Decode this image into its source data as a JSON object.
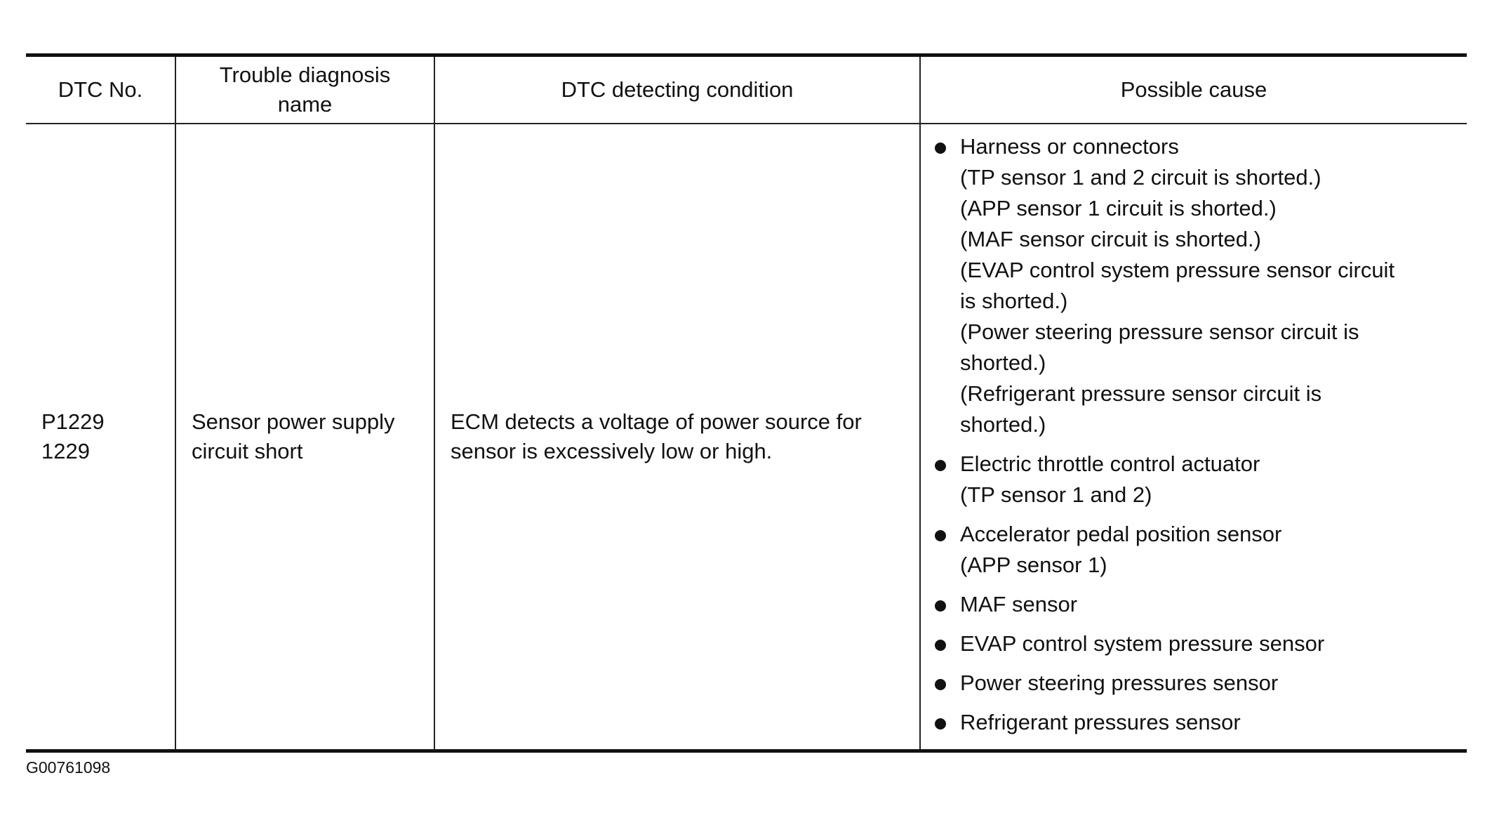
{
  "table": {
    "headers": [
      [
        "DTC No."
      ],
      [
        "Trouble diagnosis",
        "name"
      ],
      [
        "DTC detecting condition"
      ],
      [
        "Possible cause"
      ]
    ],
    "row": {
      "dtc_no": [
        "P1229",
        "1229"
      ],
      "name": [
        "Sensor power supply",
        "circuit short"
      ],
      "condition": [
        "ECM detects a voltage of power source for",
        "sensor is excessively low or high."
      ],
      "causes": [
        {
          "main": "Harness or connectors",
          "sub": [
            "(TP sensor 1 and 2 circuit is shorted.)",
            "(APP sensor 1 circuit is shorted.)",
            "(MAF sensor circuit is shorted.)",
            "(EVAP control system pressure sensor circuit",
            "is shorted.)",
            "(Power steering pressure sensor circuit is",
            "shorted.)",
            "(Refrigerant pressure sensor circuit is",
            "shorted.)"
          ]
        },
        {
          "main": "Electric throttle control actuator",
          "sub": [
            "(TP sensor 1 and 2)"
          ]
        },
        {
          "main": "Accelerator pedal position sensor",
          "sub": [
            "(APP sensor 1)"
          ]
        },
        {
          "main": "MAF sensor",
          "sub": []
        },
        {
          "main": "EVAP control system pressure sensor",
          "sub": []
        },
        {
          "main": "Power steering pressures sensor",
          "sub": []
        },
        {
          "main": "Refrigerant pressures sensor",
          "sub": []
        }
      ]
    }
  },
  "figure_id": "G00761098"
}
